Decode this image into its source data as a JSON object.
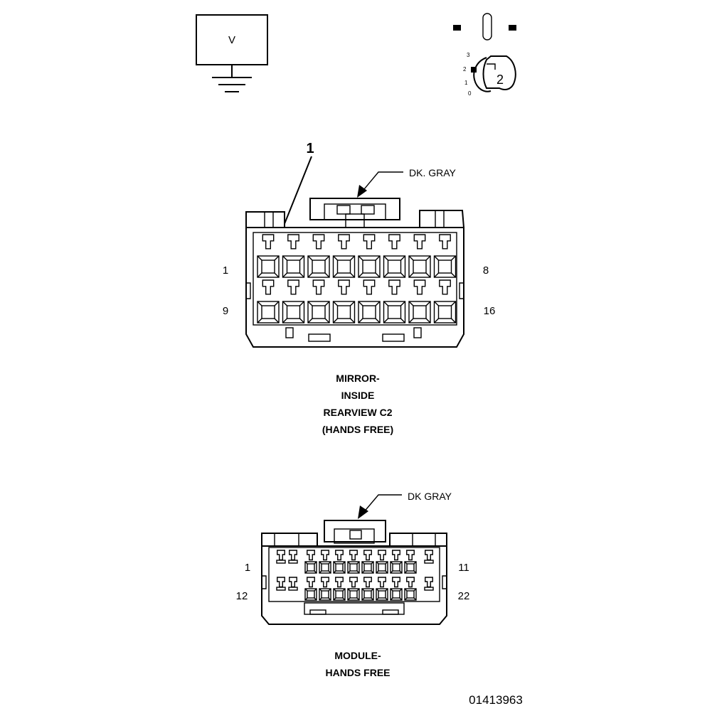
{
  "voltmeter": {
    "symbol": "V"
  },
  "ignition_key": {
    "positions": [
      "3",
      "2",
      "1",
      "0"
    ],
    "selected_position": "2"
  },
  "connector_c2": {
    "callout_number": "1",
    "color_label": "DK. GRAY",
    "pin_labels": {
      "top_left": "1",
      "top_right": "8",
      "bottom_left": "9",
      "bottom_right": "16"
    },
    "title_lines": [
      "MIRROR-",
      "INSIDE",
      "REARVIEW C2",
      "(HANDS FREE)"
    ]
  },
  "connector_module": {
    "color_label": "DK GRAY",
    "pin_labels": {
      "top_left": "1",
      "top_right": "11",
      "bottom_left": "12",
      "bottom_right": "22"
    },
    "title_lines": [
      "MODULE-",
      "HANDS FREE"
    ]
  },
  "figure_id": "01413963"
}
